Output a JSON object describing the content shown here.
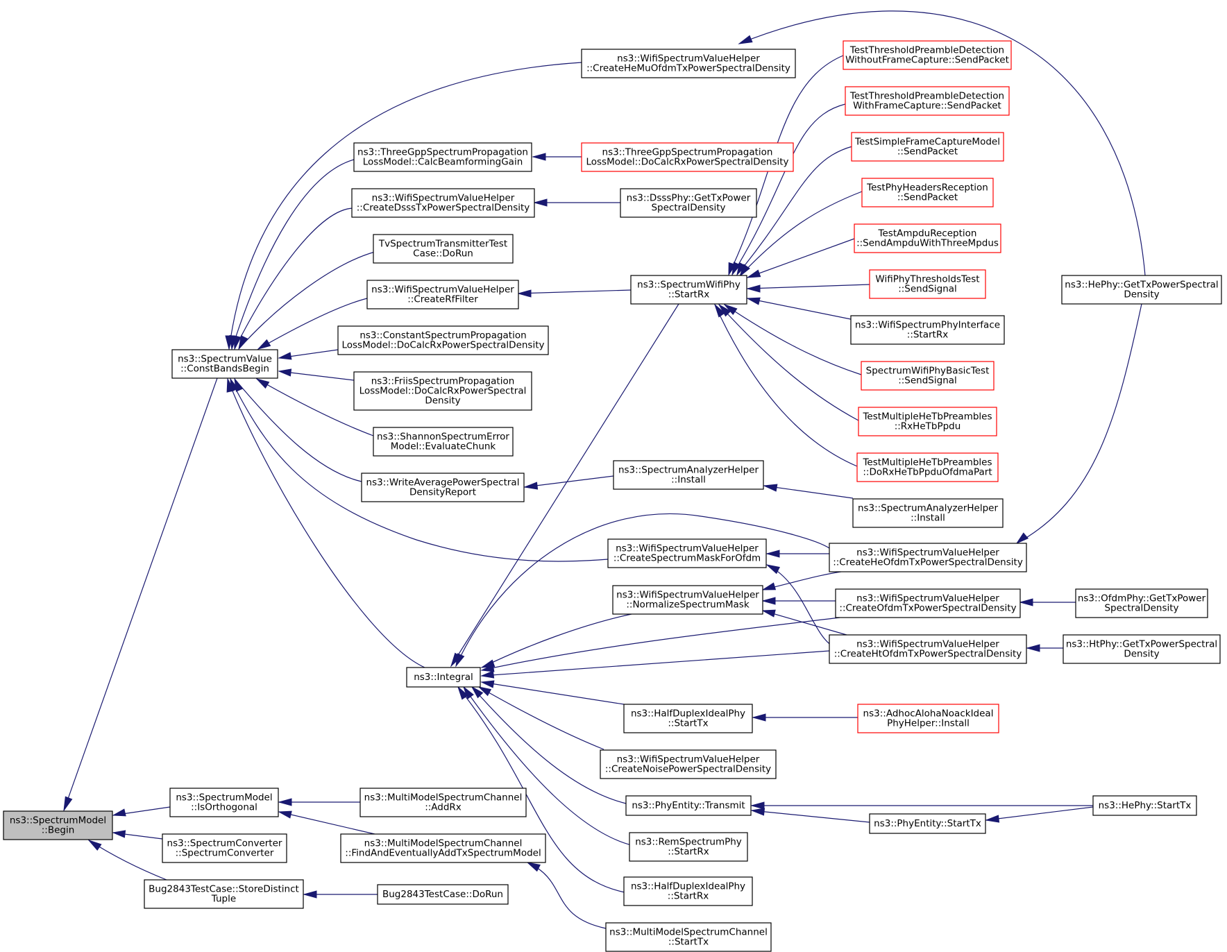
{
  "colors": {
    "edge": "#191970",
    "border_default": "#000000",
    "border_truncated": "#ff0000",
    "highlight_fill": "#bfbfbf"
  },
  "nodes": [
    {
      "id": "begin",
      "lines": [
        "ns3::SpectrumModel",
        "::Begin"
      ],
      "style": "highlight"
    },
    {
      "id": "cbb",
      "lines": [
        "ns3::SpectrumValue",
        "::ConstBandsBegin"
      ]
    },
    {
      "id": "iso",
      "lines": [
        "ns3::SpectrumModel",
        "::IsOrthogonal"
      ]
    },
    {
      "id": "conv",
      "lines": [
        "ns3::SpectrumConverter",
        "::SpectrumConverter"
      ]
    },
    {
      "id": "bugstore",
      "lines": [
        "Bug2843TestCase::StoreDistinct",
        "Tuple"
      ]
    },
    {
      "id": "hemu",
      "lines": [
        "ns3::WifiSpectrumValueHelper",
        "::CreateHeMuOfdmTxPowerSpectralDensity"
      ]
    },
    {
      "id": "tgcalc",
      "lines": [
        "ns3::ThreeGppSpectrumPropagation",
        "LossModel::CalcBeamformingGain"
      ]
    },
    {
      "id": "dsssh",
      "lines": [
        "ns3::WifiSpectrumValueHelper",
        "::CreateDsssTxPowerSpectralDensity"
      ]
    },
    {
      "id": "tvrun",
      "lines": [
        "TvSpectrumTransmitterTest",
        "Case::DoRun"
      ]
    },
    {
      "id": "rff",
      "lines": [
        "ns3::WifiSpectrumValueHelper",
        "::CreateRfFilter"
      ]
    },
    {
      "id": "const",
      "lines": [
        "ns3::ConstantSpectrumPropagation",
        "LossModel::DoCalcRxPowerSpectralDensity"
      ]
    },
    {
      "id": "friis",
      "lines": [
        "ns3::FriisSpectrumPropagation",
        "LossModel::DoCalcRxPowerSpectral",
        "Density"
      ]
    },
    {
      "id": "shannon",
      "lines": [
        "ns3::ShannonSpectrumError",
        "Model::EvaluateChunk"
      ]
    },
    {
      "id": "wapsd",
      "lines": [
        "ns3::WriteAveragePowerSpectral",
        "DensityReport"
      ]
    },
    {
      "id": "integral",
      "lines": [
        "ns3::Integral"
      ]
    },
    {
      "id": "mmaddrx",
      "lines": [
        "ns3::MultiModelSpectrumChannel",
        "::AddRx"
      ]
    },
    {
      "id": "mmfind",
      "lines": [
        "ns3::MultiModelSpectrumChannel",
        "::FindAndEventuallyAddTxSpectrumModel"
      ]
    },
    {
      "id": "bugrun",
      "lines": [
        "Bug2843TestCase::DoRun"
      ]
    },
    {
      "id": "tgdocalc",
      "lines": [
        "ns3::ThreeGppSpectrumPropagation",
        "LossModel::DoCalcRxPowerSpectralDensity"
      ],
      "style": "red"
    },
    {
      "id": "dsssphy",
      "lines": [
        "ns3::DsssPhy::GetTxPower",
        "SpectralDensity"
      ]
    },
    {
      "id": "swstartrx",
      "lines": [
        "ns3::SpectrumWifiPhy",
        "::StartRx"
      ]
    },
    {
      "id": "anainst1",
      "lines": [
        "ns3::SpectrumAnalyzerHelper",
        "::Install"
      ]
    },
    {
      "id": "mask",
      "lines": [
        "ns3::WifiSpectrumValueHelper",
        "::CreateSpectrumMaskForOfdm"
      ]
    },
    {
      "id": "norm",
      "lines": [
        "ns3::WifiSpectrumValueHelper",
        "::NormalizeSpectrumMask"
      ]
    },
    {
      "id": "hdstarttx",
      "lines": [
        "ns3::HalfDuplexIdealPhy",
        "::StartTx"
      ]
    },
    {
      "id": "noise",
      "lines": [
        "ns3::WifiSpectrumValueHelper",
        "::CreateNoisePowerSpectralDensity"
      ]
    },
    {
      "id": "petransmit",
      "lines": [
        "ns3::PhyEntity::Transmit"
      ]
    },
    {
      "id": "remrx",
      "lines": [
        "ns3::RemSpectrumPhy",
        "::StartRx"
      ]
    },
    {
      "id": "hdstartrx",
      "lines": [
        "ns3::HalfDuplexIdealPhy",
        "::StartRx"
      ]
    },
    {
      "id": "mmstarttx",
      "lines": [
        "ns3::MultiModelSpectrumChannel",
        "::StartTx"
      ]
    },
    {
      "id": "t1",
      "lines": [
        "TestThresholdPreambleDetection",
        "WithoutFrameCapture::SendPacket"
      ],
      "style": "red"
    },
    {
      "id": "t2",
      "lines": [
        "TestThresholdPreambleDetection",
        "WithFrameCapture::SendPacket"
      ],
      "style": "red"
    },
    {
      "id": "t3",
      "lines": [
        "TestSimpleFrameCaptureModel",
        "::SendPacket"
      ],
      "style": "red"
    },
    {
      "id": "t4",
      "lines": [
        "TestPhyHeadersReception",
        "::SendPacket"
      ],
      "style": "red"
    },
    {
      "id": "t5",
      "lines": [
        "TestAmpduReception",
        "::SendAmpduWithThreeMpdus"
      ],
      "style": "red"
    },
    {
      "id": "t6",
      "lines": [
        "WifiPhyThresholdsTest",
        "::SendSignal"
      ],
      "style": "red"
    },
    {
      "id": "t7",
      "lines": [
        "ns3::WifiSpectrumPhyInterface",
        "::StartRx"
      ]
    },
    {
      "id": "t8",
      "lines": [
        "SpectrumWifiPhyBasicTest",
        "::SendSignal"
      ],
      "style": "red"
    },
    {
      "id": "t9",
      "lines": [
        "TestMultipleHeTbPreambles",
        "::RxHeTbPpdu"
      ],
      "style": "red"
    },
    {
      "id": "t10",
      "lines": [
        "TestMultipleHeTbPreambles",
        "::DoRxHeTbPpduOfdmaPart"
      ],
      "style": "red"
    },
    {
      "id": "anainst2",
      "lines": [
        "ns3::SpectrumAnalyzerHelper",
        "::Install"
      ]
    },
    {
      "id": "heofdm",
      "lines": [
        "ns3::WifiSpectrumValueHelper",
        "::CreateHeOfdmTxPowerSpectralDensity"
      ]
    },
    {
      "id": "ofdm",
      "lines": [
        "ns3::WifiSpectrumValueHelper",
        "::CreateOfdmTxPowerSpectralDensity"
      ]
    },
    {
      "id": "htofdm",
      "lines": [
        "ns3::WifiSpectrumValueHelper",
        "::CreateHtOfdmTxPowerSpectralDensity"
      ]
    },
    {
      "id": "adhoc",
      "lines": [
        "ns3::AdhocAlohaNoackIdeal",
        "PhyHelper::Install"
      ],
      "style": "red"
    },
    {
      "id": "pestarttx",
      "lines": [
        "ns3::PhyEntity::StartTx"
      ]
    },
    {
      "id": "hephygt",
      "lines": [
        "ns3::HePhy::GetTxPowerSpectral",
        "Density"
      ]
    },
    {
      "id": "ofdmphy",
      "lines": [
        "ns3::OfdmPhy::GetTxPower",
        "SpectralDensity"
      ]
    },
    {
      "id": "htphy",
      "lines": [
        "ns3::HtPhy::GetTxPowerSpectral",
        "Density"
      ]
    },
    {
      "id": "hestarttx",
      "lines": [
        "ns3::HePhy::StartTx"
      ]
    }
  ]
}
